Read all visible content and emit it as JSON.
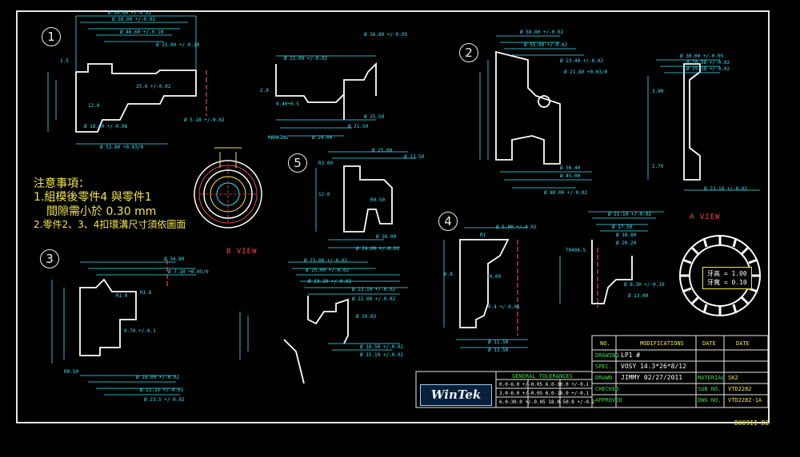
{
  "notes": {
    "title": "注意事項：",
    "line1": "1.組模後零件4 與零件1",
    "line2": "間隙需小於 0.30 mm",
    "line3": "2.零件2、3、4扣環溝尺寸須依圖面"
  },
  "part_numbers": [
    "1",
    "2",
    "3",
    "4",
    "5"
  ],
  "views": {
    "b_view": "B VIEW",
    "a_view": "A VIEW"
  },
  "tolerance_box": {
    "tooth_height": "牙高 = 1.00",
    "tooth_width": "牙寬 = 0.10"
  },
  "title_block": {
    "headers": {
      "no": "NO.",
      "modifications": "MODIFICATIONS",
      "date_h": "DATE",
      "date2_h": "DATE"
    },
    "rows": [
      {
        "label": "DRAWING",
        "value": "LP1  #"
      },
      {
        "label": "SPEC.",
        "value": "VOSY 14.3*26*8/12"
      },
      {
        "label": "DRAWN",
        "value": "JIMMY 02/27/2011"
      },
      {
        "label": "CHECKED",
        "value": ""
      },
      {
        "label": "APPROVED",
        "value": ""
      }
    ],
    "material_label": "MATERIAL",
    "material_value": "SK2",
    "sub_no_label": "SUB NO.",
    "sub_no_value": "VTD2282",
    "dwg_no_label": "DWG NO.",
    "dwg_no_value": "VTD2282-1A",
    "general_tolerances": "GENERAL TOLERANCES",
    "tol_rows": [
      "0.0-6.0  +/-0.05   6.0-30.0  +/-0.1",
      "3.0-6.0  +/-0.05   6.0-18.0  +/-0.1",
      "6.0-30.0 +/-0.05  18.0-50.0  +/-0.2"
    ],
    "sheet_code": "B009II-D2"
  },
  "logo": "WinTek",
  "dimensions": {
    "p1": [
      "Ø 59.00 +/-0.02",
      "Ø 58.00 +/-0.02",
      "Ø 46.60 +/-0.10",
      "Ø 25.00 +/-0.10",
      "Ø 5.18 +/-0.02",
      "Ø 53.80 +0.03/0",
      "Ø 18.00 +/-0.08",
      "12.0",
      "25.0 +/-0.02",
      "1.5"
    ],
    "p_center_top": [
      "Ø 21.00 +/-0.02",
      "Ø 26.80 +/-0.05",
      "2.0",
      "0.40+0.5",
      "Ø 25.50",
      "Ø 21.50",
      "Ø 24.00",
      "MARKING"
    ],
    "p2": [
      "Ø 58.80 +/-0.02",
      "Ø 55.00 +/-0.02",
      "Ø 23.40 +/-0.02",
      "Ø 21.80 +0.03/0",
      "Ø 80.00 +/-0.02",
      "Ø 45.00",
      "Ø 56.40"
    ],
    "a_view": [
      "Ø 30.00 +/-0.05",
      "Ø 28.58 +/-0.02",
      "Ø 25.18 +/-0.02",
      "3.00",
      "2.70",
      "Ø 23.10 +/-0.02"
    ],
    "p5": [
      "Ø 25.00",
      "Ø 13.50",
      "R3.00",
      "R0.50",
      "12.0",
      "Ø 26.00",
      "Ø 24.00 +/-0.02"
    ],
    "p3": [
      "Ø 34.80",
      "Ø 7.10 +0.05/0",
      "R1.0",
      "R1.6",
      "0.70 +/-0.1",
      "R0.50",
      "Ø 18.00 +/-0.02",
      "Ø 21.15 +/-0.05",
      "Ø 23.5 +/-0.02"
    ],
    "p_center_bottom": [
      "Ø 23.00 +/-0.02",
      "Ø 25.00 +/-0.02",
      "Ø 23.10 +/-0.02",
      "Ø 22.10 +/-0.02",
      "Ø 22.00 +/-0.02",
      "Ø 20.02",
      "Ø 18.50 +/-0.02",
      "Ø 15.10 +/-0.02"
    ],
    "p4": [
      "Ø 5.00 +/-0.02",
      "R1",
      "6.8",
      "10.00",
      "Ø 11.50",
      "Ø 13.50",
      "0.4 +/-0.05"
    ],
    "p_right_bottom": [
      "Ø 21.10 +/-0.02",
      "Ø 17.50",
      "Ø 18.80",
      "Ø 20.20",
      "T0406.5",
      "Ø 8.30 +/-0.10",
      "Ø 13.00"
    ]
  }
}
